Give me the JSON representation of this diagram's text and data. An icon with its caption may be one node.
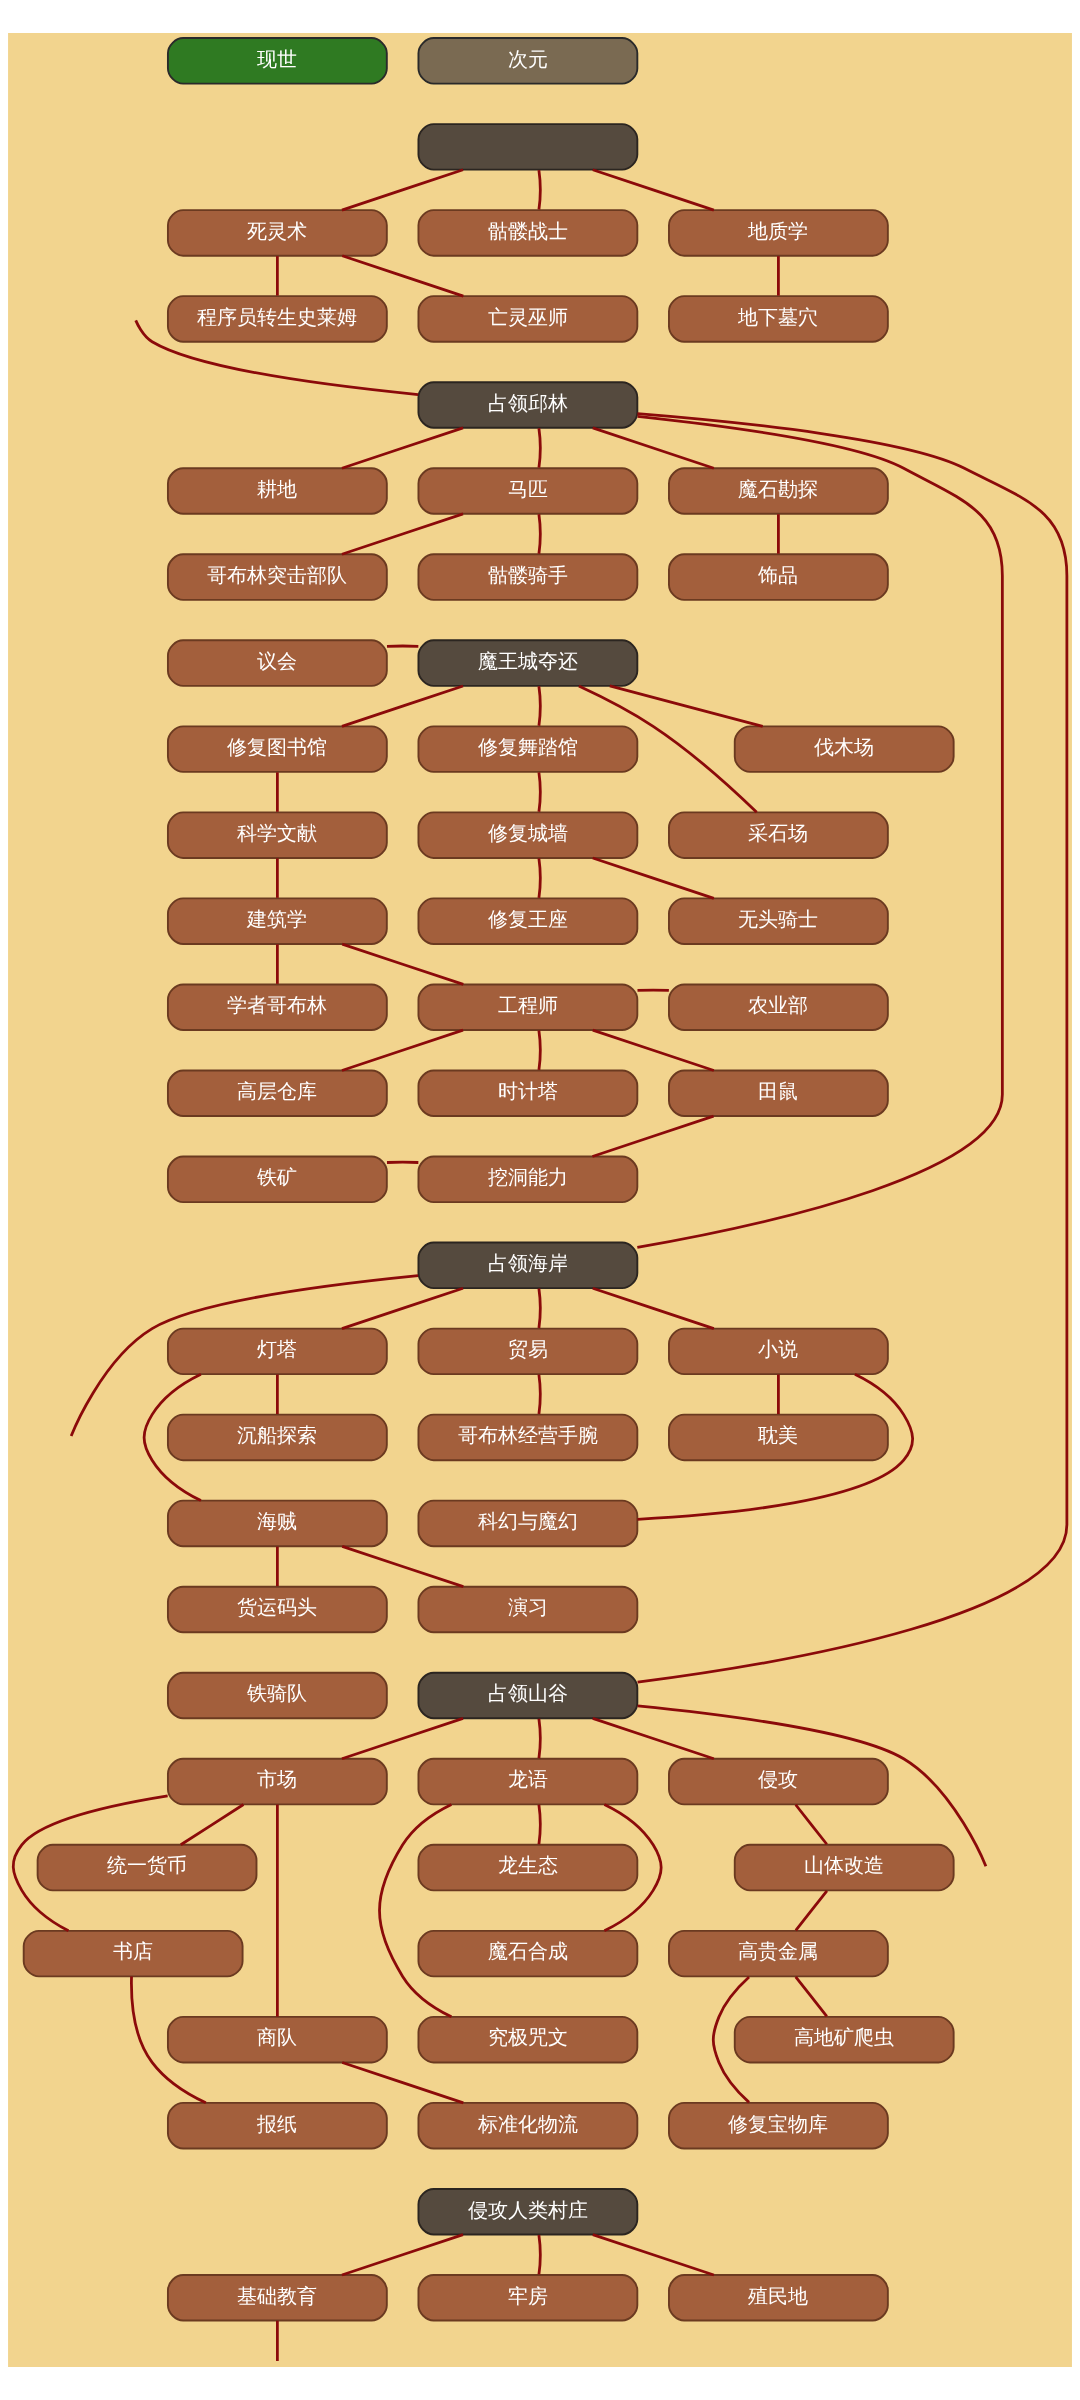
{
  "diagram": {
    "nodes": [
      {
        "text": [
          "现世"
        ]
      },
      {
        "text": [
          "次元"
        ]
      },
      {
        "text": [],
        "shape": "box"
      },
      {
        "text": [
          "死灵术"
        ]
      },
      {
        "text": [
          "骷髅战士"
        ]
      },
      {
        "text": [
          "地质学"
        ]
      },
      {
        "text": [
          "程序员转生史莱姆"
        ]
      },
      {
        "text": [
          "亡灵巫师"
        ]
      },
      {
        "text": [
          "地下墓穴"
        ]
      },
      {
        "text": [
          "占领邱林"
        ]
      },
      {
        "text": [
          "耕地"
        ]
      },
      {
        "text": [
          "马匹"
        ]
      },
      {
        "text": [
          "魔石勘探"
        ]
      },
      {
        "text": [
          "哥布林突击部队"
        ]
      },
      {
        "text": [
          "骷髅骑手"
        ]
      },
      {
        "text": [
          "饰品"
        ]
      },
      {
        "text": [
          "议会"
        ]
      },
      {
        "text": [
          "魔王城夺还"
        ]
      },
      {
        "text": [
          "修复图书馆"
        ]
      },
      {
        "text": [
          "修复舞踏馆"
        ]
      },
      {
        "text": [
          "伐木场"
        ]
      },
      {
        "text": [
          "科学文献"
        ]
      },
      {
        "text": [
          "修复城墙"
        ]
      },
      {
        "text": [
          "采石场"
        ]
      },
      {
        "text": [
          "建筑学"
        ]
      },
      {
        "text": [
          "修复王座"
        ]
      },
      {
        "text": [
          "无头骑士"
        ]
      },
      {
        "text": [
          "学者哥布林"
        ]
      },
      {
        "text": [
          "工程师"
        ]
      },
      {
        "text": [
          "农业部"
        ]
      },
      {
        "text": [
          "高层仓库"
        ]
      },
      {
        "text": [
          "时计塔"
        ]
      },
      {
        "text": [
          "田鼠"
        ]
      },
      {
        "text": [
          "铁矿"
        ]
      },
      {
        "text": [
          "挖洞能力"
        ]
      },
      {
        "text": [
          "占领海岸"
        ]
      },
      {
        "text": [
          "灯塔"
        ]
      },
      {
        "text": [
          "贸易"
        ]
      },
      {
        "text": [
          "小说"
        ]
      },
      {
        "text": [
          "沉船探索"
        ]
      },
      {
        "text": [
          "哥布林经营手腕"
        ]
      },
      {
        "text": [
          "耽美"
        ]
      },
      {
        "text": [
          "海贼"
        ]
      },
      {
        "text": [
          "科幻与魔幻"
        ]
      },
      {
        "text": [
          "货运码头"
        ]
      },
      {
        "text": [
          "演习"
        ]
      },
      {
        "text": [
          "铁骑队"
        ]
      },
      {
        "text": [
          "占领山谷"
        ]
      },
      {
        "text": [
          "市场"
        ]
      },
      {
        "text": [
          "龙语"
        ]
      },
      {
        "text": [
          "侵攻"
        ]
      },
      {
        "text": [
          "统一货币"
        ]
      },
      {
        "text": [
          "龙生态"
        ]
      },
      {
        "text": [
          "山体改造"
        ]
      },
      {
        "text": [
          "书店"
        ]
      },
      {
        "text": [
          "魔石合成"
        ]
      },
      {
        "text": [
          "高贵金属"
        ]
      },
      {
        "text": [
          "商队"
        ]
      },
      {
        "text": [
          "究极咒文"
        ]
      },
      {
        "text": [
          "高地矿爬虫"
        ]
      },
      {
        "text": [
          "报纸"
        ]
      },
      {
        "text": [
          "标准化物流"
        ]
      },
      {
        "text": [
          "修复宝物库"
        ]
      },
      {
        "text": [
          "侵攻人类村庄"
        ]
      },
      {
        "text": [
          "基础教育"
        ]
      },
      {
        "text": [
          "牢房"
        ]
      },
      {
        "text": [
          "殖民地"
        ]
      }
    ],
    "edges": [
      {
        "from": 2,
        "to": 3,
        "arrow": "none"
      },
      {
        "from": 2,
        "to": 4,
        "arrow": "none"
      },
      {
        "from": 2,
        "to": 5,
        "arrow": "none"
      },
      {
        "from": 3,
        "to": 6,
        "arrow": "none"
      },
      {
        "from": 3,
        "to": 7,
        "arrow": "none"
      },
      {
        "from": 5,
        "to": 8,
        "arrow": "none"
      },
      {
        "from": null,
        "to": 9,
        "arrow": "none"
      },
      {
        "from": 9,
        "to": 10,
        "arrow": "none"
      },
      {
        "from": 9,
        "to": 11,
        "arrow": "none"
      },
      {
        "from": 9,
        "to": 12,
        "arrow": "none"
      },
      {
        "from": 11,
        "to": 13,
        "arrow": "none"
      },
      {
        "from": 11,
        "to": 14,
        "arrow": "none"
      },
      {
        "from": 12,
        "to": 15,
        "arrow": "none"
      },
      {
        "from": 9,
        "to": 35,
        "arrow": "none"
      },
      {
        "from": 9,
        "to": 47,
        "arrow": "none"
      },
      {
        "from": 16,
        "to": 17,
        "arrow": "none"
      },
      {
        "from": 17,
        "to": 18,
        "arrow": "none"
      },
      {
        "from": 17,
        "to": 19,
        "arrow": "none"
      },
      {
        "from": 17,
        "to": 20,
        "arrow": "none"
      },
      {
        "from": 17,
        "to": 23,
        "arrow": "none"
      },
      {
        "from": 18,
        "to": 21,
        "arrow": "none"
      },
      {
        "from": 19,
        "to": 22,
        "arrow": "none"
      },
      {
        "from": 21,
        "to": 24,
        "arrow": "none"
      },
      {
        "from": 22,
        "to": 25,
        "arrow": "none"
      },
      {
        "from": 22,
        "to": 26,
        "arrow": "none"
      },
      {
        "from": 24,
        "to": 27,
        "arrow": "none"
      },
      {
        "from": 24,
        "to": 28,
        "arrow": "none"
      },
      {
        "from": 28,
        "to": 29,
        "arrow": "none"
      },
      {
        "from": 28,
        "to": 30,
        "arrow": "none"
      },
      {
        "from": 28,
        "to": 31,
        "arrow": "none"
      },
      {
        "from": 28,
        "to": 32,
        "arrow": "none"
      },
      {
        "from": 32,
        "to": 34,
        "arrow": "none"
      },
      {
        "from": 33,
        "to": 34,
        "arrow": "none"
      },
      {
        "from": 35,
        "to": null,
        "arrow": "none"
      },
      {
        "from": 35,
        "to": 36,
        "arrow": "none"
      },
      {
        "from": 35,
        "to": 37,
        "arrow": "none"
      },
      {
        "from": 35,
        "to": 38,
        "arrow": "none"
      },
      {
        "from": 36,
        "to": 39,
        "arrow": "none"
      },
      {
        "from": 36,
        "to": 42,
        "arrow": "none"
      },
      {
        "from": 37,
        "to": 40,
        "arrow": "none"
      },
      {
        "from": 38,
        "to": 41,
        "arrow": "none"
      },
      {
        "from": 38,
        "to": 43,
        "arrow": "none"
      },
      {
        "from": 42,
        "to": 44,
        "arrow": "none"
      },
      {
        "from": 42,
        "to": 45,
        "arrow": "none"
      },
      {
        "from": 47,
        "to": null,
        "arrow": "none"
      },
      {
        "from": 47,
        "to": 48,
        "arrow": "none"
      },
      {
        "from": 47,
        "to": 49,
        "arrow": "none"
      },
      {
        "from": 47,
        "to": 50,
        "arrow": "none"
      },
      {
        "from": 48,
        "to": 51,
        "arrow": "none"
      },
      {
        "from": 48,
        "to": 54,
        "arrow": "none"
      },
      {
        "from": 48,
        "to": 57,
        "arrow": "none"
      },
      {
        "from": 49,
        "to": 52,
        "arrow": "none"
      },
      {
        "from": 49,
        "to": 55,
        "arrow": "none"
      },
      {
        "from": 49,
        "to": 58,
        "arrow": "none"
      },
      {
        "from": 50,
        "to": 53,
        "arrow": "none"
      },
      {
        "from": 53,
        "to": 56,
        "arrow": "none"
      },
      {
        "from": 56,
        "to": 59,
        "arrow": "none"
      },
      {
        "from": 56,
        "to": 62,
        "arrow": "none"
      },
      {
        "from": 54,
        "to": 60,
        "arrow": "none"
      },
      {
        "from": 57,
        "to": 61,
        "arrow": "none"
      },
      {
        "from": 63,
        "to": 64,
        "arrow": "none"
      },
      {
        "from": 63,
        "to": 65,
        "arrow": "none"
      },
      {
        "from": 63,
        "to": 66,
        "arrow": "none"
      },
      {
        "from": 64,
        "to": null,
        "arrow": "none"
      }
    ]
  }
}
